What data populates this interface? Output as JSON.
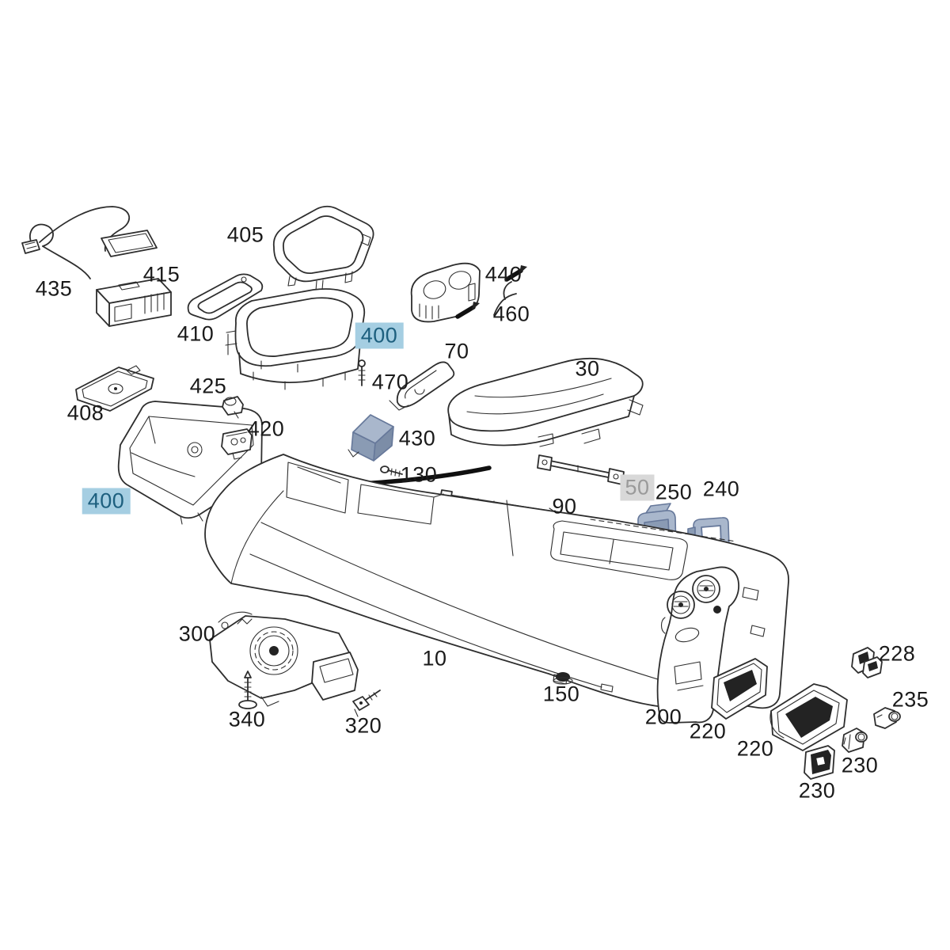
{
  "diagram": {
    "subject": "vehicle center console exploded parts diagram",
    "type": "exploded-parts-diagram",
    "colors": {
      "background": "#ffffff",
      "line": "#2e2e2e",
      "highlight_blue_bg": "#a5cee2",
      "highlight_blue_text": "#1d5f7e",
      "highlight_gray_bg": "#d8d8d8",
      "highlight_gray_text": "#9a9a9a",
      "accent_part_fill": "#a9b7cc",
      "accent_part_fill_dark": "#8a9bb4",
      "accent_part_fill_darker": "#7c8da7",
      "accent_part_stroke": "#66789a"
    },
    "callouts": [
      {
        "number": "435",
        "highlight": "none"
      },
      {
        "number": "415",
        "highlight": "none"
      },
      {
        "number": "405",
        "highlight": "none"
      },
      {
        "number": "410",
        "highlight": "none"
      },
      {
        "number": "440",
        "highlight": "none"
      },
      {
        "number": "460",
        "highlight": "none"
      },
      {
        "number": "400",
        "highlight": "blue"
      },
      {
        "number": "70",
        "highlight": "none"
      },
      {
        "number": "30",
        "highlight": "none"
      },
      {
        "number": "470",
        "highlight": "none"
      },
      {
        "number": "425",
        "highlight": "none"
      },
      {
        "number": "408",
        "highlight": "none"
      },
      {
        "number": "420",
        "highlight": "none"
      },
      {
        "number": "430",
        "highlight": "none"
      },
      {
        "number": "130",
        "highlight": "none"
      },
      {
        "number": "50",
        "highlight": "gray"
      },
      {
        "number": "250",
        "highlight": "none"
      },
      {
        "number": "240",
        "highlight": "none"
      },
      {
        "number": "400",
        "highlight": "blue"
      },
      {
        "number": "90",
        "highlight": "none"
      },
      {
        "number": "300",
        "highlight": "none"
      },
      {
        "number": "10",
        "highlight": "none"
      },
      {
        "number": "150",
        "highlight": "none"
      },
      {
        "number": "340",
        "highlight": "none"
      },
      {
        "number": "320",
        "highlight": "none"
      },
      {
        "number": "200",
        "highlight": "none"
      },
      {
        "number": "220",
        "highlight": "none"
      },
      {
        "number": "220",
        "highlight": "none"
      },
      {
        "number": "228",
        "highlight": "none"
      },
      {
        "number": "235",
        "highlight": "none"
      },
      {
        "number": "230",
        "highlight": "none"
      },
      {
        "number": "230",
        "highlight": "none"
      }
    ]
  }
}
